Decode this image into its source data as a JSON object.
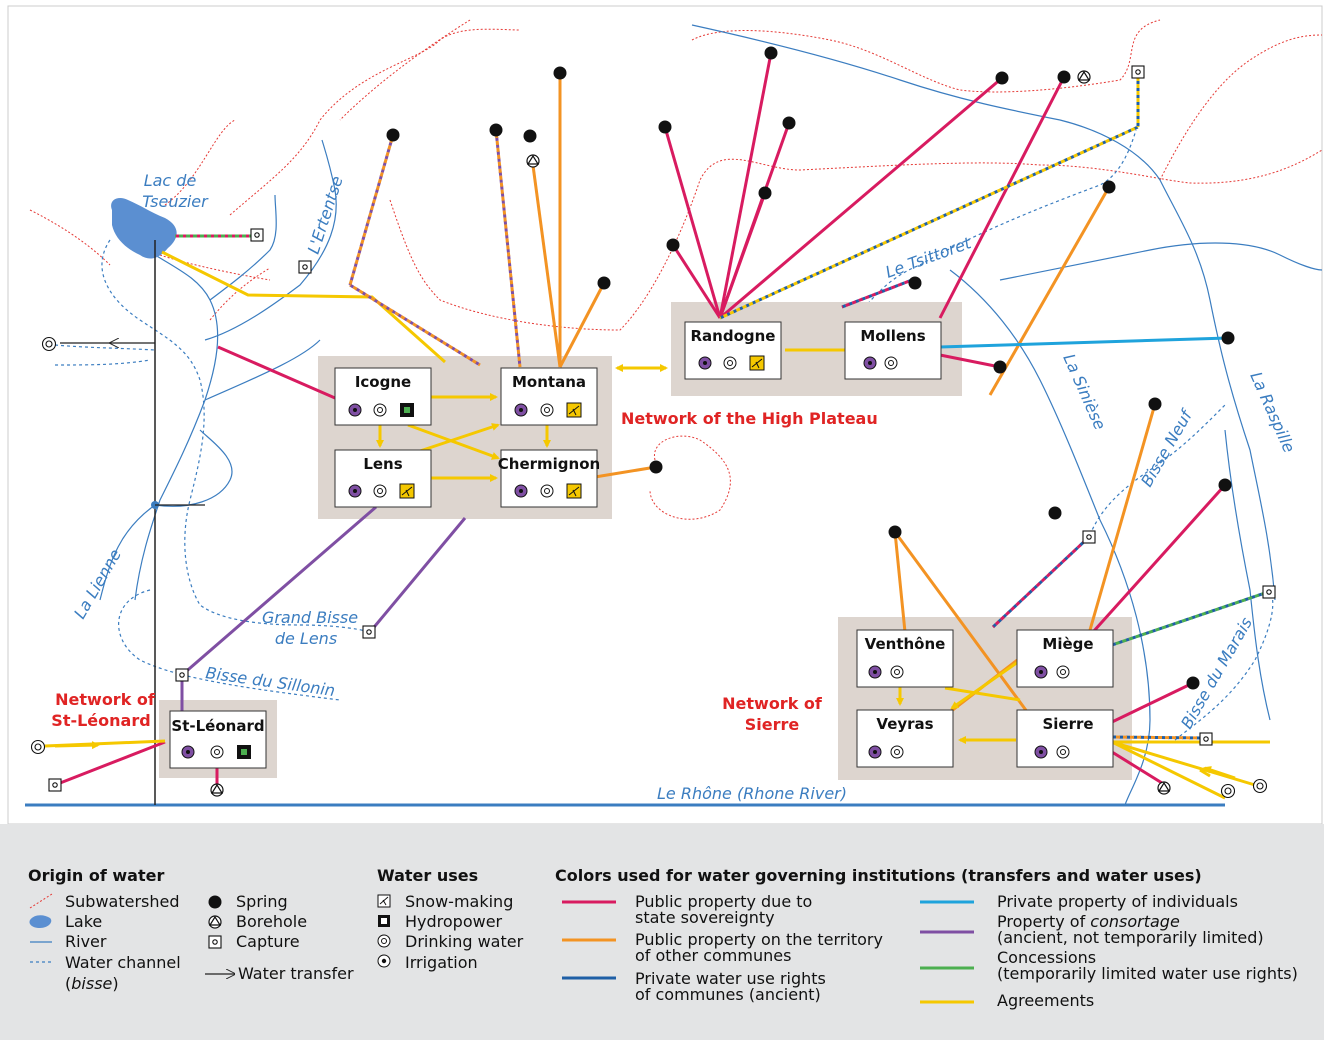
{
  "colors": {
    "public_state": "#d81b60",
    "public_other": "#f39323",
    "private_communes": "#1f5fa6",
    "private_individuals": "#1fa3dc",
    "consortage": "#7f4fa3",
    "concessions": "#4caf50",
    "agreements": "#f5c800",
    "river": "#3b7dc0",
    "subwatershed": "#e53935",
    "network_box": "#ddd5cf",
    "network_label": "#e02424"
  },
  "places": {
    "lake": "Lac de\nTseuzier",
    "lake_l1": "Lac de",
    "lake_l2": "Tseuzier",
    "ertentse": "L'Ertentse",
    "tsittoret": "Le Tsittoret",
    "siniese": "La Sinièse",
    "raspille": "La Raspille",
    "bisse_neuf": "Bisse Neuf",
    "lienne": "La Lienne",
    "grand_bisse_l1": "Grand Bisse",
    "grand_bisse_l2": "de Lens",
    "sillonin": "Bisse du Sillonin",
    "marais": "Bisse du Marais",
    "rhone": "Le Rhône (Rhone River)"
  },
  "networks": {
    "high_plateau": "Network of the High Plateau",
    "st_leonard_l1": "Network of",
    "st_leonard_l2": "St-Léonard",
    "sierre_l1": "Network of",
    "sierre_l2": "Sierre"
  },
  "communes": {
    "icogne": "Icogne",
    "montana": "Montana",
    "lens": "Lens",
    "chermignon": "Chermignon",
    "randogne": "Randogne",
    "mollens": "Mollens",
    "st_leonard": "St-Léonard",
    "venthone": "Venthône",
    "miege": "Miège",
    "veyras": "Veyras",
    "sierre": "Sierre"
  },
  "legend": {
    "origin_title": "Origin of water",
    "subwatershed": "Subwatershed",
    "lake": "Lake",
    "river": "River",
    "channel_l1": "Water channel",
    "channel_l2": "bisse",
    "spring": "Spring",
    "borehole": "Borehole",
    "capture": "Capture",
    "transfer": "Water transfer",
    "uses_title": "Water uses",
    "snow": "Snow-making",
    "hydro": "Hydropower",
    "drinking": "Drinking water",
    "irrigation": "Irrigation",
    "colors_title": "Colors used for water governing institutions (transfers and water uses)",
    "c1_l1": "Public property due to",
    "c1_l2": "state sovereignty",
    "c2_l1": "Public property on the territory",
    "c2_l2": "of other communes",
    "c3_l1": "Private water use rights",
    "c3_l2": "of communes (ancient)",
    "c4": "Private property of individuals",
    "c5_l1a": "Property of ",
    "c5_l1b": "consortage",
    "c5_l2": "(ancient, not temporarily limited)",
    "c6_l1": "Concessions",
    "c6_l2": "(temporarily limited water use rights)",
    "c7": "Agreements"
  }
}
